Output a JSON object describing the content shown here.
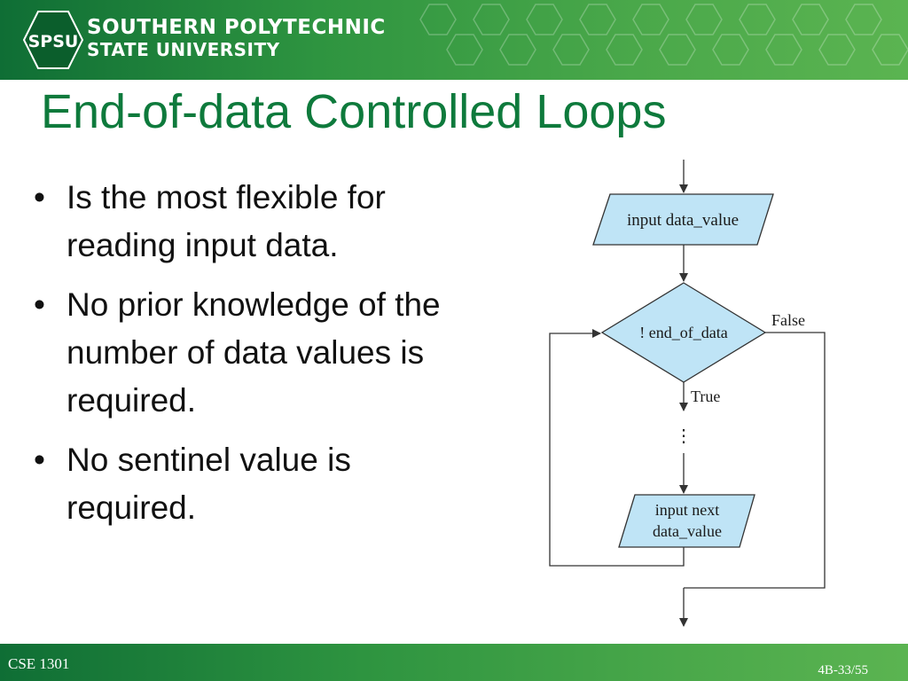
{
  "header": {
    "logo_text": "SPSU",
    "university_line1": "SOUTHERN POLYTECHNIC",
    "university_line2": "STATE UNIVERSITY"
  },
  "slide": {
    "title": "End-of-data Controlled Loops",
    "bullets": [
      "Is the most flexible for reading input data.",
      "No prior knowledge of the number of data values is required.",
      "No sentinel value is required."
    ]
  },
  "flowchart": {
    "input_box": "input data_value",
    "decision": "! end_of_data",
    "false_label": "False",
    "true_label": "True",
    "ellipsis": "⋮",
    "next_box_line1": "input next",
    "next_box_line2": "data_value"
  },
  "footer": {
    "course": "CSE 1301",
    "slide_number": "4B-33/55"
  },
  "colors": {
    "brand_green": "#2e9440",
    "title_green": "#0e7a3c",
    "shape_fill": "#bfe4f6"
  }
}
